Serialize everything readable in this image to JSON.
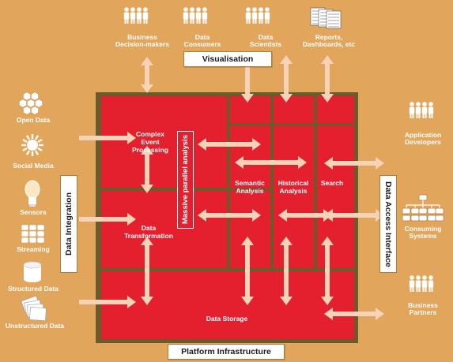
{
  "colors": {
    "background": "#e1a55b",
    "frame": "#6b5a2c",
    "block_red": "#e5202e",
    "arrow": "#f6d3b6",
    "label_white": "#ffffff"
  },
  "top_label": "Visualisation",
  "bottom_label": "Platform Infrastructure",
  "left_label": "Data Integration",
  "right_label": "Data Access Interface",
  "consumers_top": [
    {
      "label": "Business\nDecision-makers",
      "icon": "people-group-icon"
    },
    {
      "label": "Data\nConsumers",
      "icon": "people-group-icon"
    },
    {
      "label": "Data\nScientists",
      "icon": "people-group-icon"
    },
    {
      "label": "Reports,\nDashboards, etc",
      "icon": "reports-icon"
    }
  ],
  "sources_left": [
    {
      "label": "Open Data",
      "icon": "hexagon-cluster-icon"
    },
    {
      "label": "Social Media",
      "icon": "sun-burst-icon"
    },
    {
      "label": "Sensors",
      "icon": "light-bulb-icon"
    },
    {
      "label": "Streaming",
      "icon": "grid-blocks-icon"
    },
    {
      "label": "Structured Data",
      "icon": "database-icon"
    },
    {
      "label": "Unstructured Data",
      "icon": "documents-icon"
    }
  ],
  "consumers_right": [
    {
      "label": "Application\nDevelopers",
      "icon": "people-group-icon"
    },
    {
      "label": "Consuming\nSystems",
      "icon": "org-chart-icon"
    },
    {
      "label": "Business\nPartners",
      "icon": "people-group-icon"
    }
  ],
  "blocks": {
    "complex_event": "Complex\nEvent\nProcessing",
    "data_transformation": "Data\nTransformation",
    "massive_parallel": "Massive parallel analysis",
    "semantic": "Semantic\nAnalysis",
    "historical": "Historical\nAnalysis",
    "search": "Search",
    "storage": "Data Storage"
  }
}
